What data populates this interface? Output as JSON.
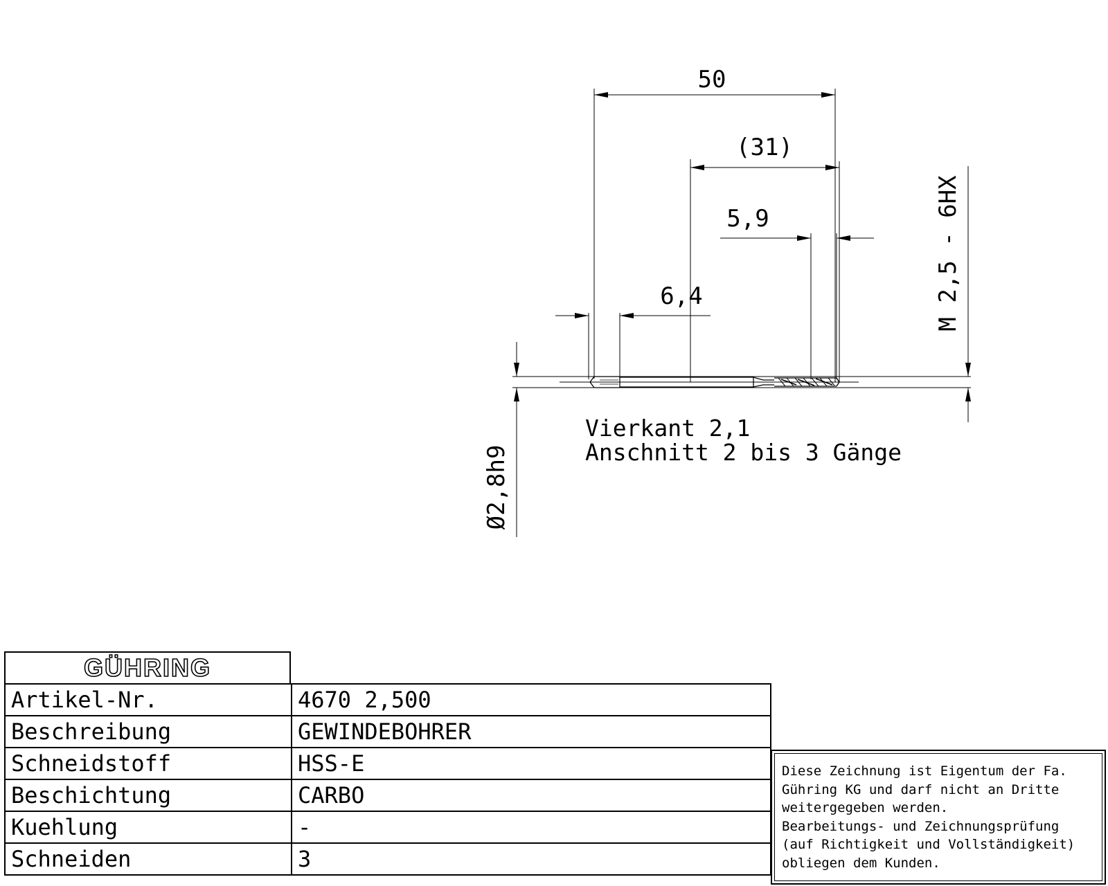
{
  "drawing": {
    "dimensions": {
      "overall_length": "50",
      "thread_length": "(31)",
      "chamfer_length": "5,9",
      "square_length": "6,4",
      "thread_spec": "M 2,5 - 6HX",
      "shank_diameter": "Ø2,8h9"
    },
    "notes": [
      "Vierkant 2,1",
      "Anschnitt 2 bis 3 Gänge"
    ]
  },
  "title_block": {
    "logo_text": "GÜHRING",
    "rows": [
      {
        "label": "Artikel-Nr.",
        "value": "4670 2,500"
      },
      {
        "label": "Beschreibung",
        "value": "GEWINDEBOHRER"
      },
      {
        "label": "Schneidstoff",
        "value": "HSS-E"
      },
      {
        "label": "Beschichtung",
        "value": "CARBO"
      },
      {
        "label": "Kuehlung",
        "value": "-"
      },
      {
        "label": "Schneiden",
        "value": "3"
      }
    ],
    "disclaimer": [
      "Diese Zeichnung ist Eigentum der Fa.",
      "Gühring KG und darf nicht an Dritte",
      "weitergegeben werden.",
      "Bearbeitungs- und Zeichnungsprüfung",
      "(auf Richtigkeit und Vollständigkeit)",
      "obliegen dem Kunden."
    ]
  }
}
